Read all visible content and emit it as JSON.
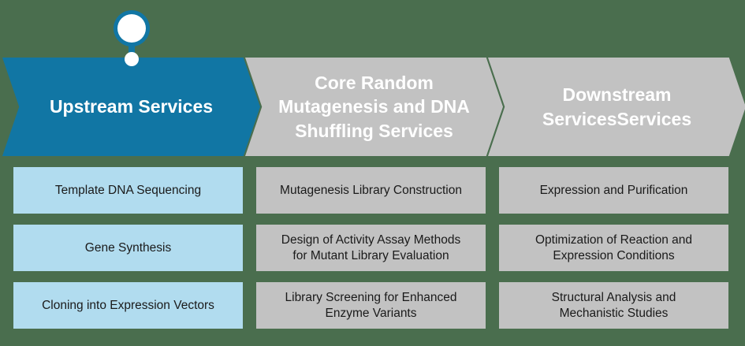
{
  "diagram": {
    "title": "Services Workflow Chevron Diagram",
    "background_color": "#4a6e4e",
    "columns": [
      {
        "header": "Upstream Services",
        "header_color": "#1176a4",
        "item_color": "#b1dcef",
        "has_marker_pin": true,
        "items": [
          "Template DNA Sequencing",
          "Gene Synthesis",
          "Cloning into Expression Vectors"
        ]
      },
      {
        "header": "Core Random\nMutagenesis and DNA\nShuffling Services",
        "header_color": "#c2c2c2",
        "item_color": "#c2c2c2",
        "has_marker_pin": false,
        "items": [
          "Mutagenesis Library Construction",
          "Design of Activity Assay Methods\nfor Mutant Library Evaluation",
          "Library Screening for Enhanced\nEnzyme Variants"
        ]
      },
      {
        "header": "Downstream\nServicesServices",
        "header_color": "#c2c2c2",
        "item_color": "#c2c2c2",
        "has_marker_pin": false,
        "items": [
          "Expression and Purification",
          "Optimization of Reaction and\nExpression Conditions",
          "Structural Analysis and\nMechanistic Studies"
        ]
      }
    ],
    "marker": {
      "icon": "map-pin-icon",
      "ring_color": "#1176a4",
      "fill_color": "#ffffff"
    }
  }
}
